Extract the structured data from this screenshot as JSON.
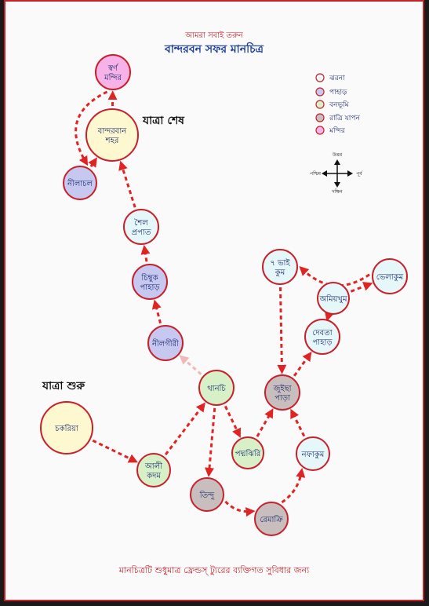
{
  "header": {
    "subtitle": "আমরা সবাই তরুন",
    "title": "বান্দরবন সফর মানচিত্র"
  },
  "labels": {
    "start": "যাত্রা শুরু",
    "end": "যাত্রা শেষ"
  },
  "colors": {
    "border": "#c8202a",
    "arrow": "#e02424",
    "waterfall": "#e6f7f9",
    "hill": "#c7c8f0",
    "forest": "#d8f0c8",
    "night": "#c9bebe",
    "temple": "#f7b3e8",
    "town": "#fdf8d0"
  },
  "legend": [
    {
      "label": "ঝরনা",
      "type": "waterfall"
    },
    {
      "label": "পাহাড়",
      "type": "hill"
    },
    {
      "label": "বনভূমি",
      "type": "forest"
    },
    {
      "label": "রাত্রি যাপন",
      "type": "night"
    },
    {
      "label": "মন্দির",
      "type": "temple"
    }
  ],
  "compass": {
    "north": "উত্তর",
    "south": "দক্ষিন",
    "east": "পূর্ব",
    "west": "পশ্চিম"
  },
  "places": [
    {
      "id": "chokoria",
      "lines": [
        "চকরিয়া"
      ],
      "type": "town"
    },
    {
      "id": "alikodom",
      "lines": [
        "আলী",
        "কদম"
      ],
      "type": "forest"
    },
    {
      "id": "thanchi",
      "lines": [
        "থানচি"
      ],
      "type": "forest"
    },
    {
      "id": "padmajhiri",
      "lines": [
        "পদ্মঝিরি"
      ],
      "type": "forest"
    },
    {
      "id": "tindu",
      "lines": [
        "তিন্দু"
      ],
      "type": "night"
    },
    {
      "id": "remakri",
      "lines": [
        "রেমাক্রি"
      ],
      "type": "night"
    },
    {
      "id": "nafakhum",
      "lines": [
        "নফাকুম"
      ],
      "type": "waterfall"
    },
    {
      "id": "juichhapara",
      "lines": [
        "জুইছা",
        "পাড়া"
      ],
      "type": "night"
    },
    {
      "id": "debotapahar",
      "lines": [
        "দেবতা",
        "পাহাড়"
      ],
      "type": "waterfall"
    },
    {
      "id": "amiakhum",
      "lines": [
        "অমিয়খুম"
      ],
      "type": "waterfall"
    },
    {
      "id": "velakhum",
      "lines": [
        "ভেলাকুম"
      ],
      "type": "waterfall"
    },
    {
      "id": "satvaikhum",
      "lines": [
        "৭ ভাই",
        "কুম"
      ],
      "type": "waterfall"
    },
    {
      "id": "nilgiri",
      "lines": [
        "নীলগীরী"
      ],
      "type": "hill"
    },
    {
      "id": "chimbuk",
      "lines": [
        "চিম্বুক",
        "পাহাড়"
      ],
      "type": "hill"
    },
    {
      "id": "shoilopropat",
      "lines": [
        "শৈল",
        "প্রপাত"
      ],
      "type": "waterfall"
    },
    {
      "id": "bandarban",
      "lines": [
        "বান্দরবান",
        "শহর"
      ],
      "type": "town"
    },
    {
      "id": "nilachal",
      "lines": [
        "নীলাচল"
      ],
      "type": "hill"
    },
    {
      "id": "swarnamandir",
      "lines": [
        "স্বর্ণ",
        "মন্দির"
      ],
      "type": "temple"
    }
  ],
  "footer": {
    "note": "মানচিত্রটি শুধুমাত্র ফ্রেন্ডস্ ট্যুরের ব্যক্তিগত সুবিধার জন্য"
  }
}
